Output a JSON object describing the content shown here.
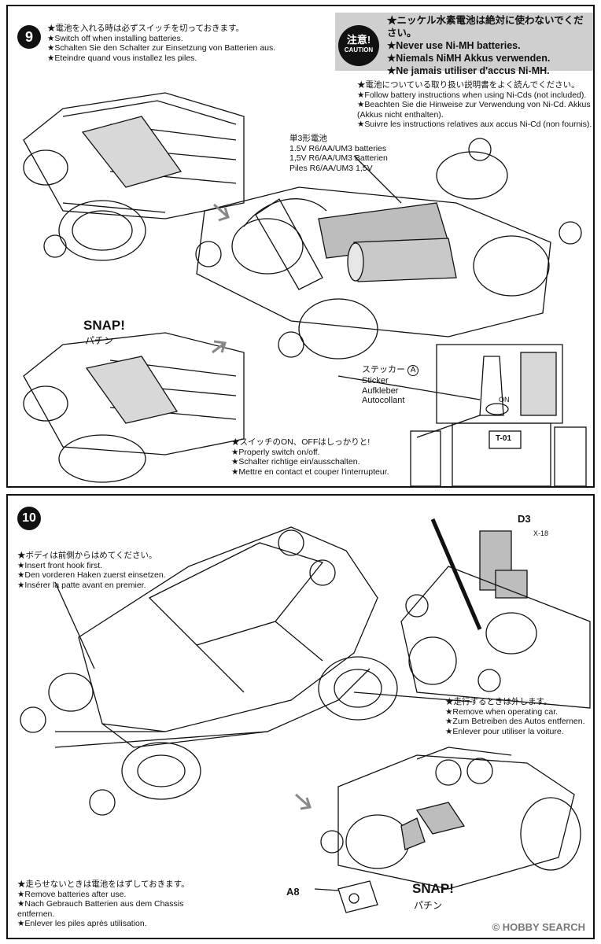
{
  "step9": {
    "number": "9",
    "switch_note": [
      "★電池を入れる時は必ずスイッチを切っておきます。",
      "★Switch off when installing batteries.",
      "★Schalten Sie den Schalter zur Einsetzung von Batterien aus.",
      "★Eteindre quand vous installez les piles."
    ],
    "caution_badge": {
      "jp": "注意!",
      "en": "CAUTION"
    },
    "caution_lines": [
      "★ニッケル水素電池は絶対に使わないでください。",
      "★Never use Ni-MH batteries.",
      "★Niemals NiMH Akkus verwenden.",
      "★Ne jamais utiliser d'accus Ni-MH."
    ],
    "nicd_note": [
      "★電池についている取り扱い説明書をよく読んでください。",
      "★Follow battery instructions when using Ni-Cds (not included).",
      "★Beachten Sie die Hinweise zur Verwendung von Ni-Cd. Akkus",
      "(Akkus nicht enthalten).",
      "★Suivre les instructions relatives aux accus Ni-Cd (non fournis)."
    ],
    "battery_label": [
      "単3形電池",
      "1.5V R6/AA/UM3 batteries",
      "1,5V R6/AA/UM3 Batterien",
      "Piles R6/AA/UM3 1,5V"
    ],
    "snap": "SNAP!",
    "snap_jp": "パチン",
    "sticker_label": [
      "ステッカー",
      "Sticker",
      "Aufkleber",
      "Autocollant"
    ],
    "sticker_part": "A",
    "switch_onoff": [
      "★スイッチのON、OFFはしっかりと!",
      "★Properly switch on/off.",
      "★Schalter richtige ein/ausschalten.",
      "★Mettre en contact et couper l'interrupteur."
    ],
    "chassis_code": "T-01",
    "on_label": "ON"
  },
  "step10": {
    "number": "10",
    "hook_note": [
      "★ボディは前側からはめてください。",
      "★Insert front hook first.",
      "★Den vorderen Haken zuerst einsetzen.",
      "★Insérer la patte avant en premier."
    ],
    "part_d3": "D3",
    "screw_x18": "X-18",
    "operate_note": [
      "★走行するときは外します。",
      "★Remove when operating car.",
      "★Zum Betreiben des Autos entfernen.",
      "★Enlever pour utiliser la voiture."
    ],
    "remove_batt_note": [
      "★走らせないときは電池をはずしておきます。",
      "★Remove batteries after use.",
      "★Nach Gebrauch Batterien aus dem Chassis",
      "entfernen.",
      "★Enlever les piles après utilisation."
    ],
    "part_a8": "A8",
    "snap": "SNAP!",
    "snap_jp": "パチン"
  },
  "watermark": "© HOBBY SEARCH"
}
